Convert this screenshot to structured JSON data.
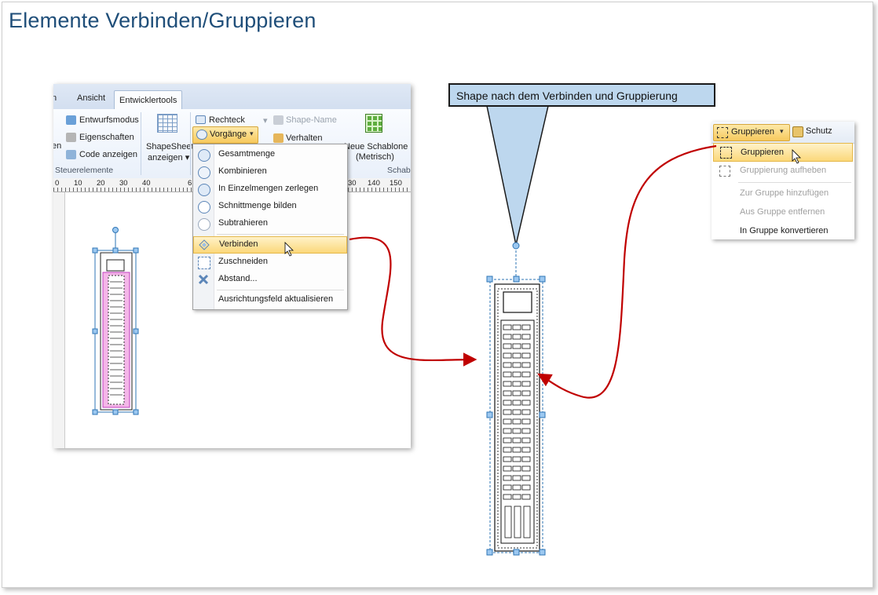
{
  "slide": {
    "title": "Elemente Verbinden/Gruppieren"
  },
  "visio": {
    "tabs": [
      "n",
      "Ansicht",
      "Entwicklertools"
    ],
    "ribbon": {
      "entwurfsmodus": "Entwurfsmodus",
      "eigenschaften": "Eigenschaften",
      "code_anzeigen": "Code anzeigen",
      "left_cut": "en",
      "group_steuerelemente": "Steuerelemente",
      "shapesheet_line1": "ShapeSheet",
      "shapesheet_line2": "anzeigen ▾",
      "rechteck": "Rechteck",
      "vorgaenge": "Vorgänge",
      "shape_name": "Shape-Name",
      "verhalten": "Verhalten",
      "schablone_line1": "Neue Schablone",
      "schablone_line2": "(Metrisch)",
      "group_schab": "Schab"
    },
    "ruler_labels": [
      "0",
      "10",
      "20",
      "30",
      "40",
      "6",
      "30",
      "140",
      "150"
    ],
    "menu_items": [
      "Gesamtmenge",
      "Kombinieren",
      "In Einzelmengen zerlegen",
      "Schnittmenge bilden",
      "Subtrahieren",
      "Verbinden",
      "Zuschneiden",
      "Abstand...",
      "Ausrichtungsfeld aktualisieren"
    ],
    "highlighted_item": "Verbinden"
  },
  "callout": {
    "text": "Shape nach dem Verbinden und Gruppierung"
  },
  "group_menu": {
    "gruppieren_button": "Gruppieren",
    "schutz_button": "Schutz",
    "items": [
      "Gruppieren",
      "Gruppierung aufheben",
      "Zur Gruppe hinzufügen",
      "Aus Gruppe entfernen",
      "In Gruppe konvertieren"
    ],
    "disabled": [
      "Gruppierung aufheben",
      "Zur Gruppe hinzufügen",
      "Aus Gruppe entfernen"
    ],
    "highlighted_item": "Gruppieren"
  },
  "colors": {
    "title": "#1f4e79",
    "callout_fill": "#bdd7ee",
    "arrow": "#c00000",
    "highlight": "#fbd87a",
    "selection": "#2e75b6",
    "shape_fill": "#f4b6e8"
  }
}
